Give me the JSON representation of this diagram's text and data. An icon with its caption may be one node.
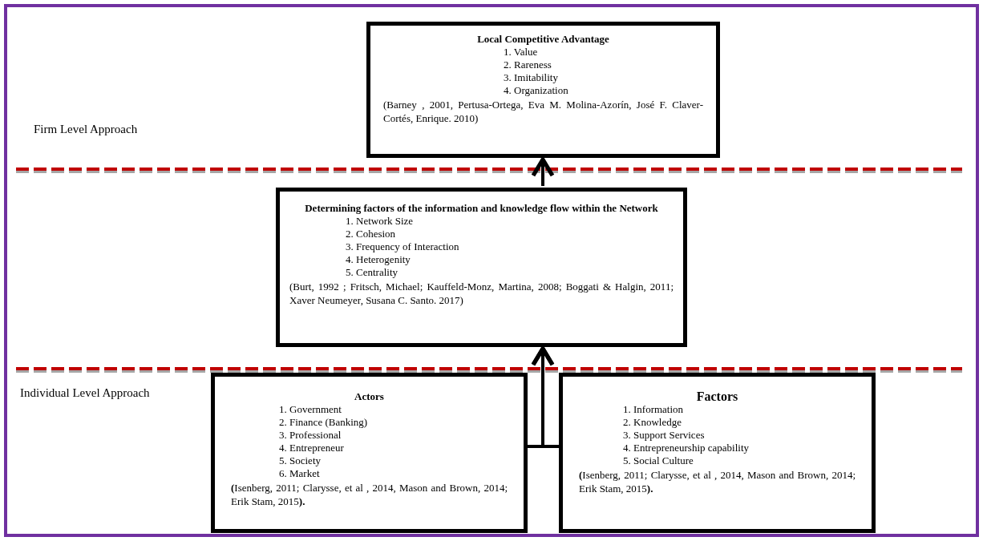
{
  "diagram": {
    "nodes": [
      {
        "text": [
          "Local Competitive Advantage",
          "1. Value",
          "2. Rareness",
          "3. Imitability",
          "4. Organization",
          "(Barney , 2001, Pertusa-Ortega, Eva M. Molina-Azorín, José F. Claver-Cortés, Enrique. 2010)"
        ]
      },
      {
        "text": [
          "Determining factors of the information and knowledge flow within the Network",
          "1. Network Size",
          "2. Cohesion",
          "3. Frequency of Interaction",
          "4. Heterogenity",
          "5. Centrality",
          "(Burt, 1992 ; Fritsch, Michael; Kauffeld-Monz, Martina, 2008; Boggati & Halgin, 2011; Xaver Neumeyer, Susana C. Santo. 2017)"
        ]
      },
      {
        "text": [
          "Actors",
          "1. Government",
          "2. Finance (Banking)",
          "3. Professional",
          "4. Entrepreneur",
          "5. Society",
          "6. Market",
          "**(**Isenberg, 2011; Clarysse, et al , 2014, Mason and Brown, 2014; Erik Stam, 2015**).**"
        ]
      },
      {
        "text": [
          "Factors",
          "1. Information",
          "2. Knowledge",
          "3. Support Services",
          "4. Entrepreneurship capability",
          "5. Social Culture",
          "**(**Isenberg, 2011; Clarysse, et al , 2014, Mason and Brown, 2014; Erik Stam, 2015**).**"
        ]
      }
    ],
    "edges": [
      {
        "from": 1,
        "to": 0,
        "arrow": "to"
      },
      {
        "from": 2,
        "to": 1,
        "arrow": "to"
      },
      {
        "from": 3,
        "to": 1,
        "arrow": "to"
      }
    ],
    "labels": [
      "Firm Level Approach",
      "Individual Level Approach"
    ]
  }
}
